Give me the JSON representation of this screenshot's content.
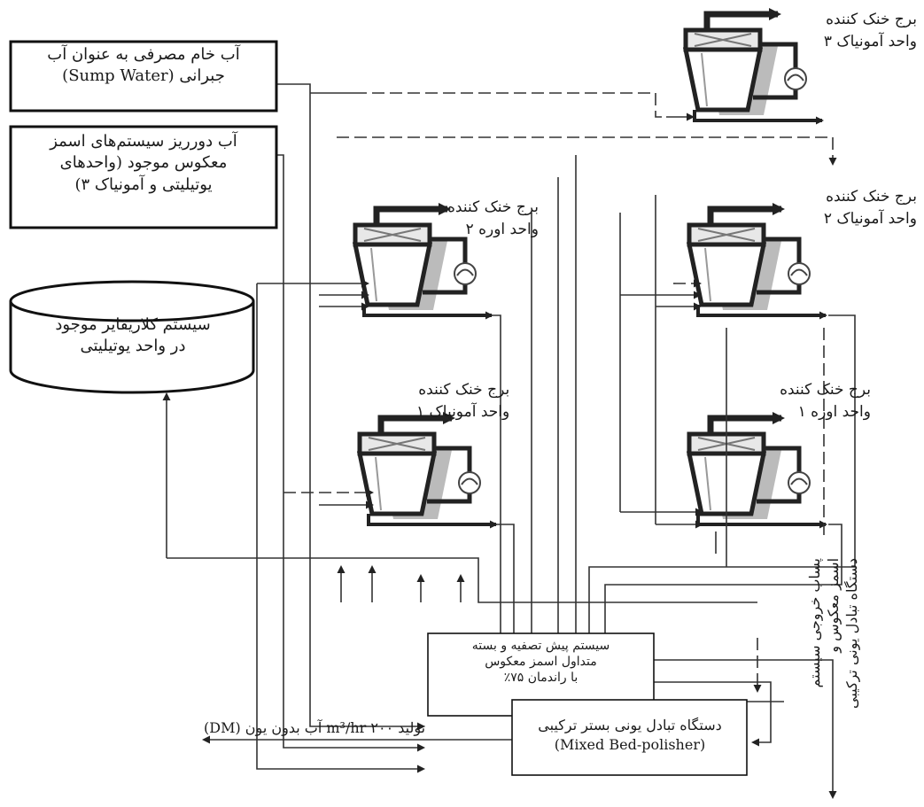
{
  "boxes": {
    "sump_line1": "آب خام مصرفی به عنوان آب",
    "sump_line2": "جبرانی (Sump Water)",
    "ro_reject_line1": "آب دورریز سیستم‌های اسمز",
    "ro_reject_line2": "معکوس موجود (واحدهای",
    "ro_reject_line3": "یوتیلیتی و آمونیاک ۳)",
    "clarifier_line1": "سیستم کلاریفایر موجود",
    "clarifier_line2": "در واحد یوتیلیتی",
    "pretreat_line1": "سیستم پیش تصفیه و بسته",
    "pretreat_line2": "متداول اسمز معکوس",
    "pretreat_line3": "با راندمان ۷۵٪",
    "mixed_bed_line1": "دستگاه تبادل یونی بستر ترکیبی",
    "mixed_bed_line2": "(Mixed Bed-polisher)"
  },
  "towers": {
    "ammonia3": {
      "line1": "برج خنک کننده",
      "line2": "واحد آمونیاک ۳"
    },
    "ammonia2": {
      "line1": "برج خنک کننده",
      "line2": "واحد آمونیاک ۲"
    },
    "urea2": {
      "line1": "برج خنک کننده",
      "line2": "واحد اوره ۲"
    },
    "ammonia1": {
      "line1": "برج خنک کننده",
      "line2": "واحد آمونیاک ۱"
    },
    "urea1": {
      "line1": "برج خنک کننده",
      "line2": "واحد اوره ۱"
    }
  },
  "outputs": {
    "dm_text": "تولید ۲۰۰ m³/hr آب بدون یون (DM)",
    "effluent_line1": "پساب خروجی سیستم",
    "effluent_line2": "اسمز معکوس و",
    "effluent_line3": "دستگاه تبادل یونی ترکیبی"
  }
}
